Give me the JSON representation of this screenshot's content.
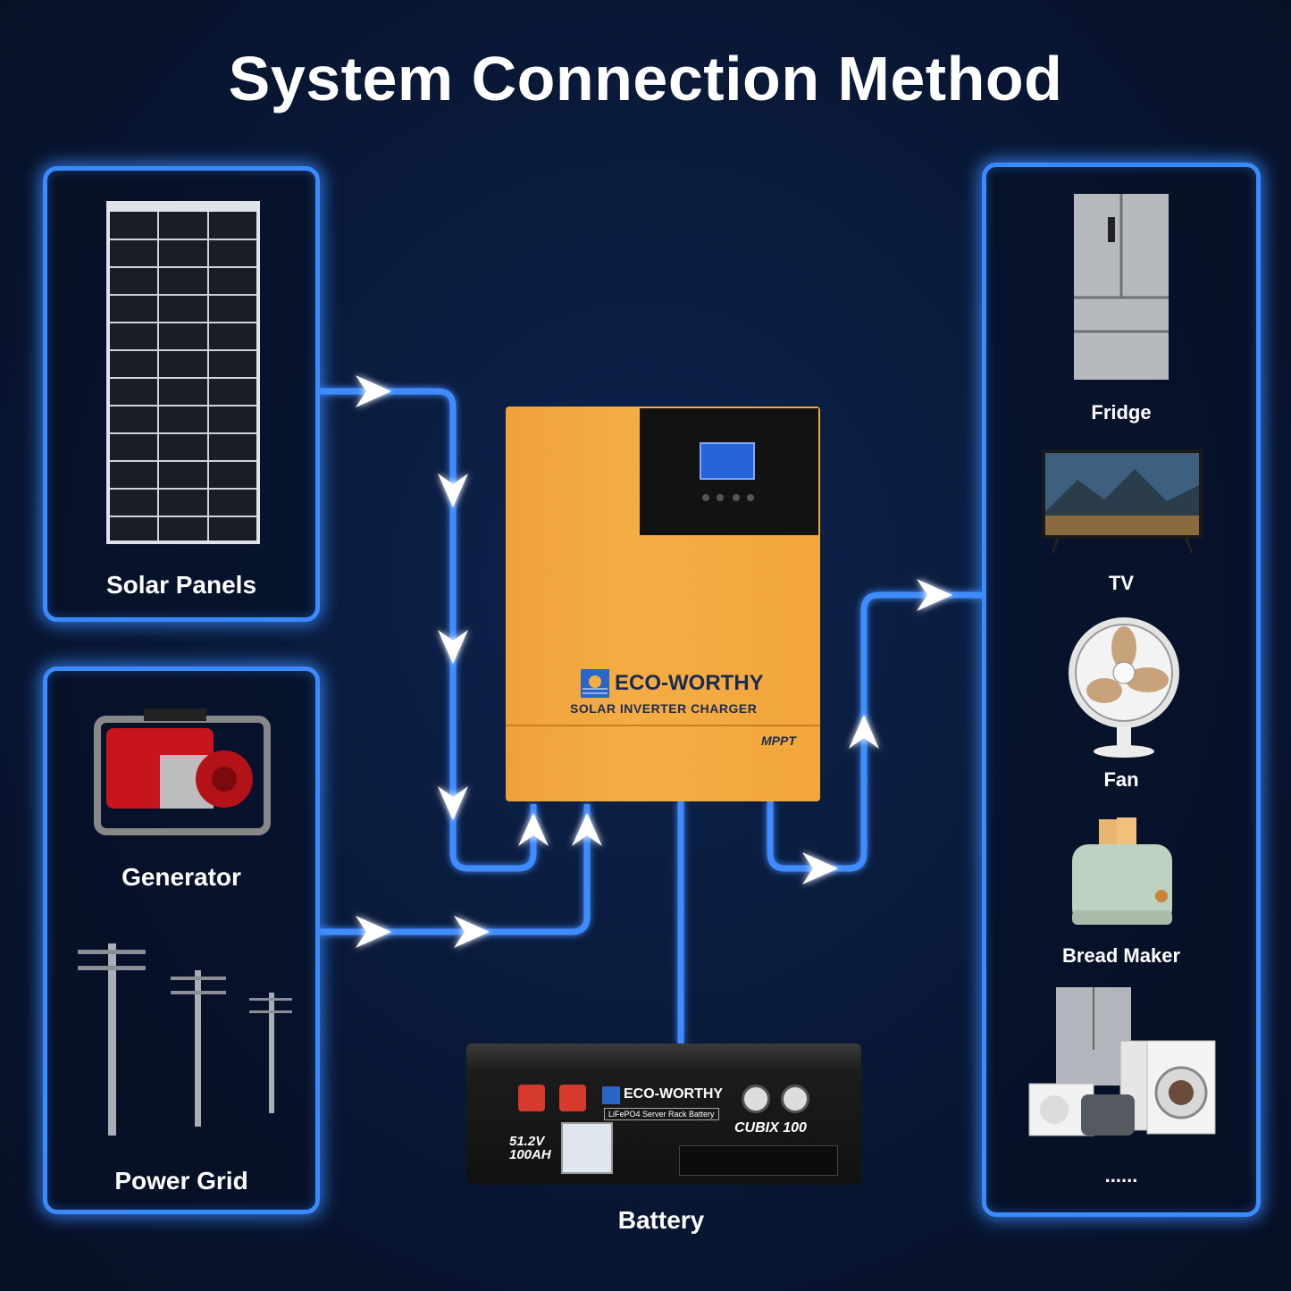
{
  "title": "System Connection Method",
  "sources": {
    "solar": "Solar Panels",
    "generator": "Generator",
    "grid": "Power Grid"
  },
  "inverter": {
    "brand": "ECO-WORTHY",
    "subtitle": "SOLAR INVERTER CHARGER",
    "badge": "MPPT"
  },
  "battery": {
    "label": "Battery",
    "brand": "ECO-WORTHY",
    "subtitle": "LiFePO4 Server Rack Battery",
    "voltage": "51.2V",
    "capacity": "100AH",
    "model": "CUBIX 100"
  },
  "loads": {
    "fridge": "Fridge",
    "tv": "TV",
    "fan": "Fan",
    "bread_maker": "Bread Maker",
    "more": "......"
  },
  "colors": {
    "accent": "#3a8bff",
    "inverter": "#f4ad43",
    "background": "#0a1a3a"
  }
}
